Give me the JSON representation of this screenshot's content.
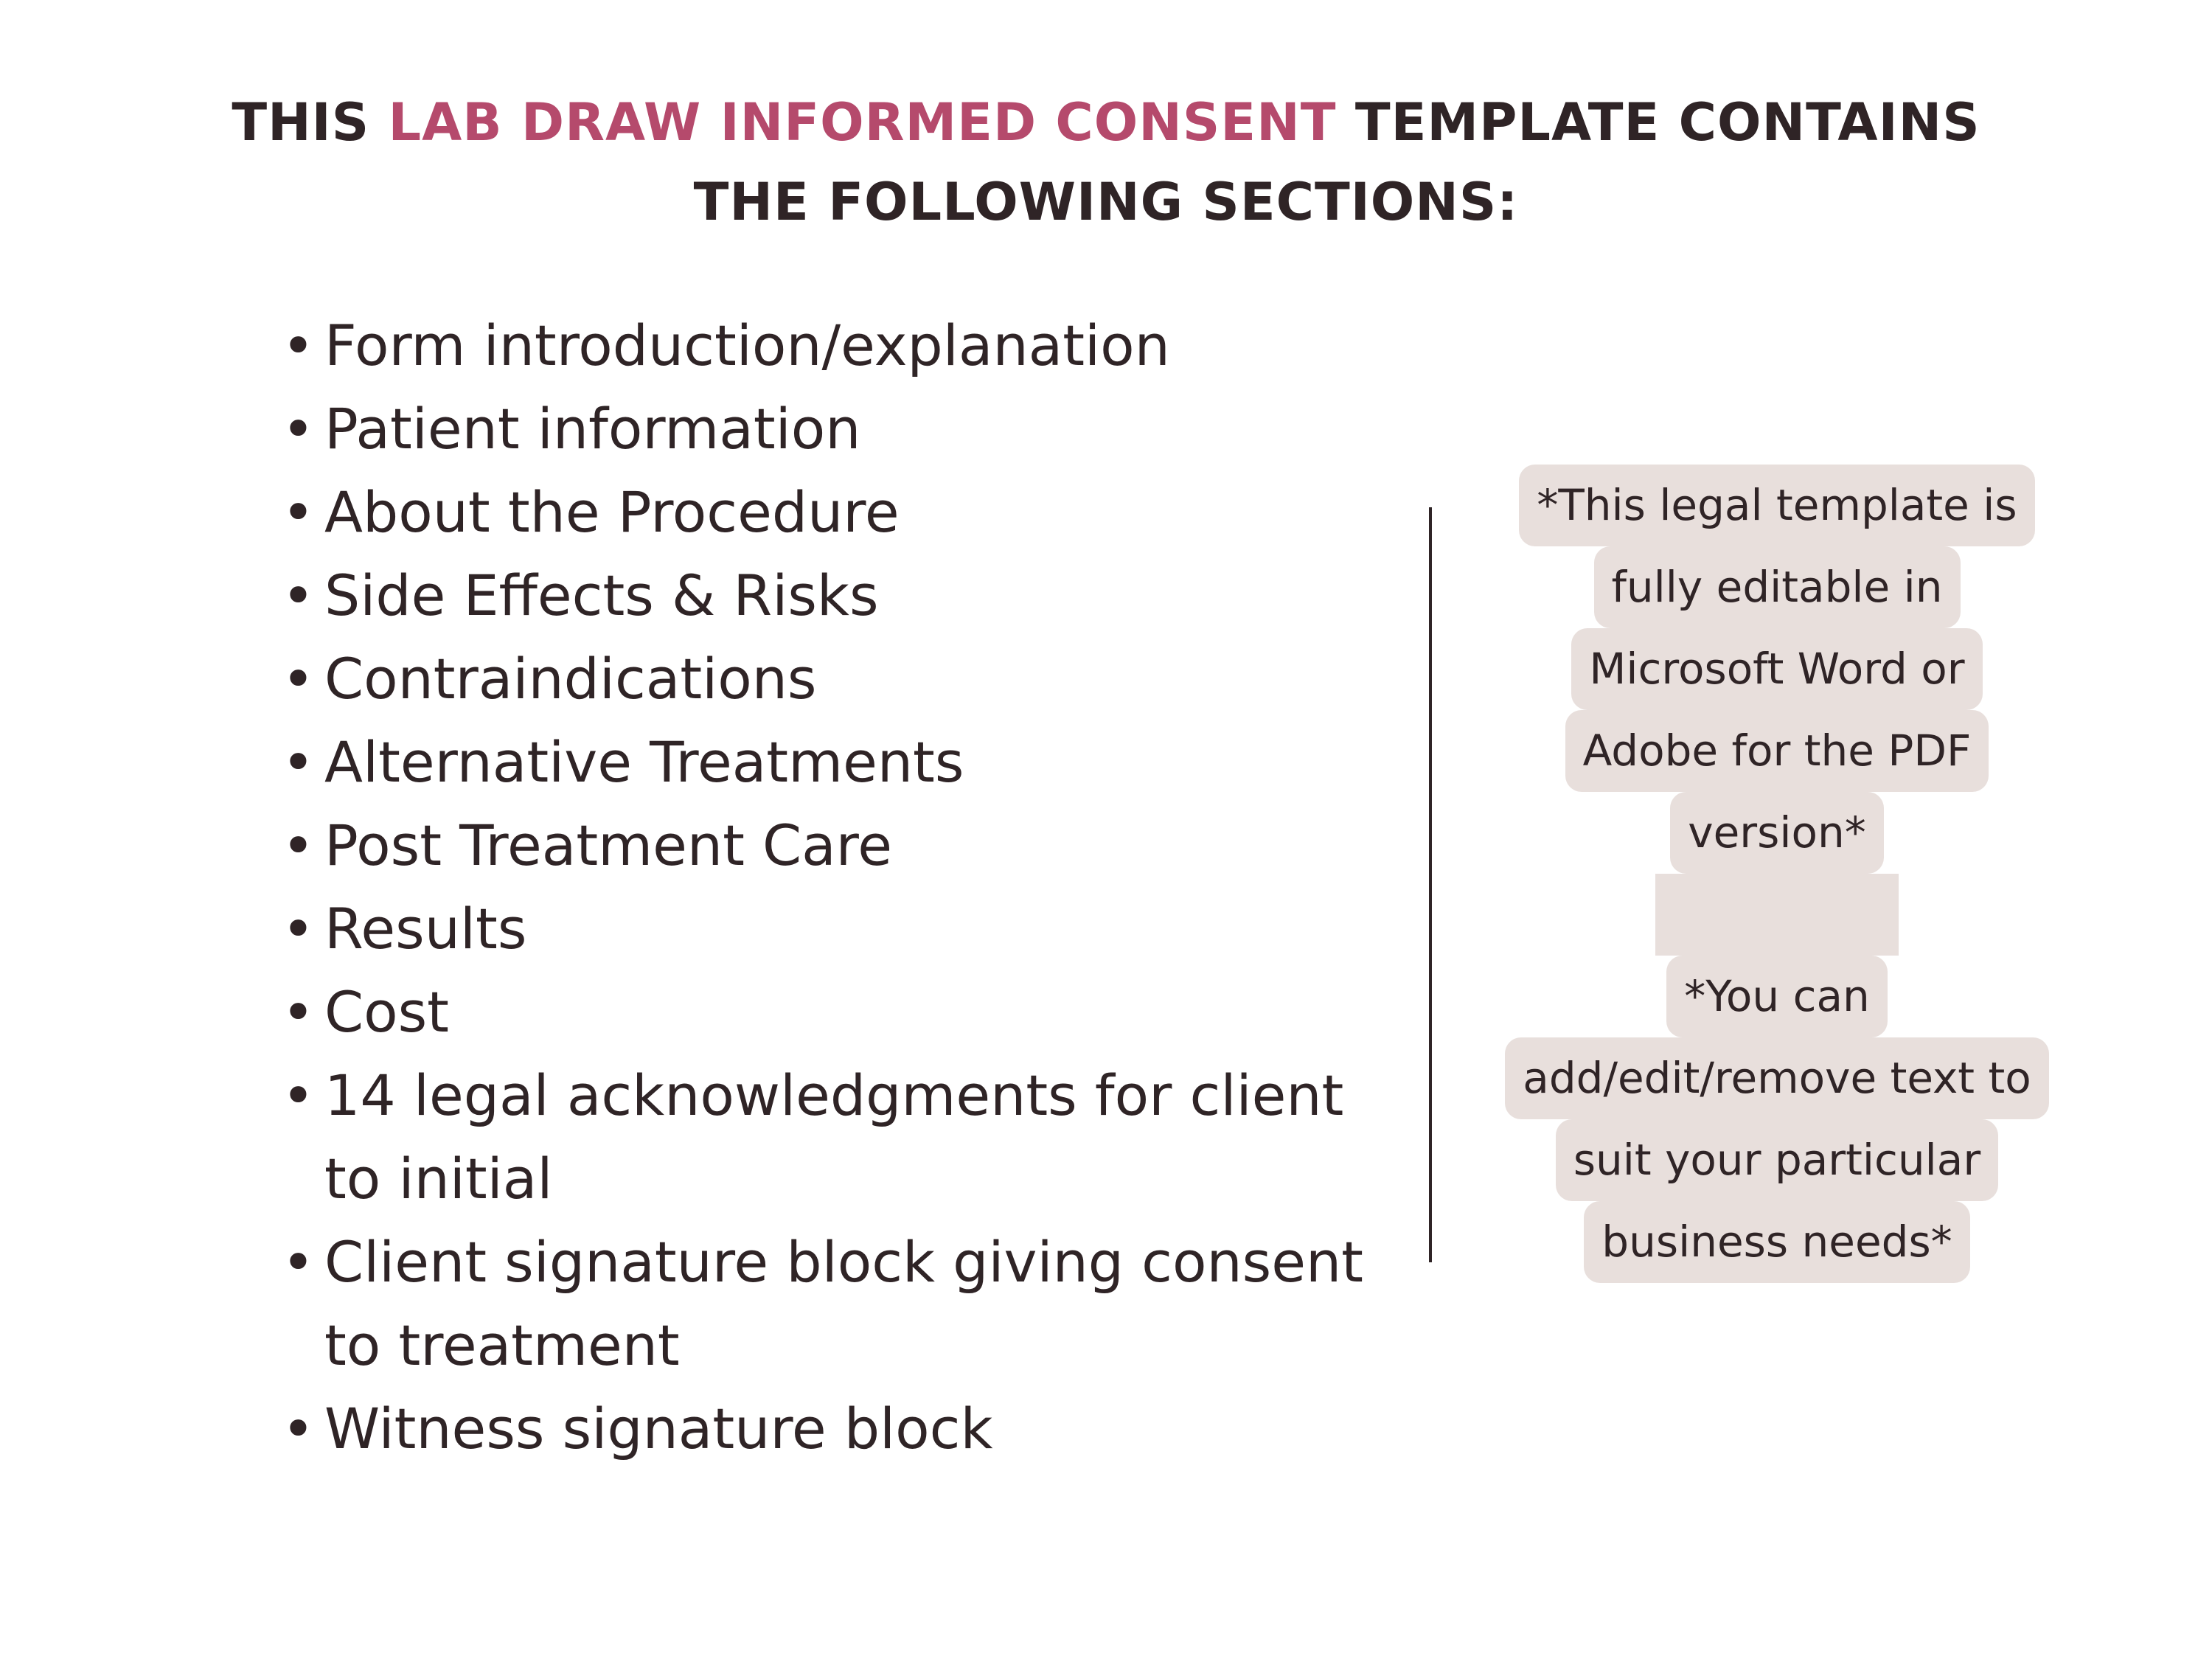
{
  "heading": {
    "line1_pre": "THIS ",
    "line1_accent": "LAB DRAW INFORMED CONSENT",
    "line1_post": " TEMPLATE CONTAINS",
    "line2": "THE FOLLOWING SECTIONS:",
    "accent_color": "#b54a6c",
    "text_color": "#2f2426"
  },
  "bullet_glyph": "•",
  "sections": [
    {
      "lines": [
        "Form introduction/explanation"
      ]
    },
    {
      "lines": [
        "Patient information"
      ]
    },
    {
      "lines": [
        "About the Procedure"
      ]
    },
    {
      "lines": [
        "Side Effects & Risks"
      ]
    },
    {
      "lines": [
        "Contraindications"
      ]
    },
    {
      "lines": [
        "Alternative Treatments"
      ]
    },
    {
      "lines": [
        "Post Treatment Care"
      ]
    },
    {
      "lines": [
        "Results"
      ]
    },
    {
      "lines": [
        "Cost"
      ]
    },
    {
      "lines": [
        "14 legal acknowledgments for client",
        "to initial"
      ]
    },
    {
      "lines": [
        "Client signature block giving consent",
        "to treatment"
      ]
    },
    {
      "lines": [
        "Witness signature block"
      ]
    }
  ],
  "note": {
    "background_color": "#e8dfdc",
    "lines": [
      "*This legal template is",
      "fully editable in",
      "Microsoft Word or",
      "Adobe for the PDF",
      "version*",
      "",
      "*You can",
      "add/edit/remove text to",
      "suit your particular",
      "business needs*"
    ]
  }
}
